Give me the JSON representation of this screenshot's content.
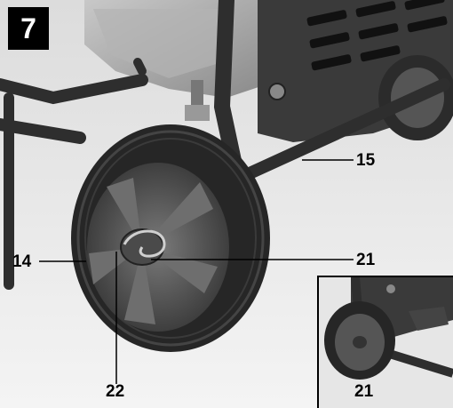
{
  "figure": {
    "number": "7"
  },
  "callouts": {
    "c15": "15",
    "c14": "14",
    "c21_main": "21",
    "c22": "22",
    "c21_inset": "21"
  },
  "colors": {
    "background": "#ffffff",
    "frame_paint": "#3a3a3a",
    "tire": "#2b2b2b",
    "hub": "#5a5a5a",
    "engine_metal": "#9a9a9a",
    "badge_bg": "#000000",
    "badge_text": "#ffffff"
  }
}
